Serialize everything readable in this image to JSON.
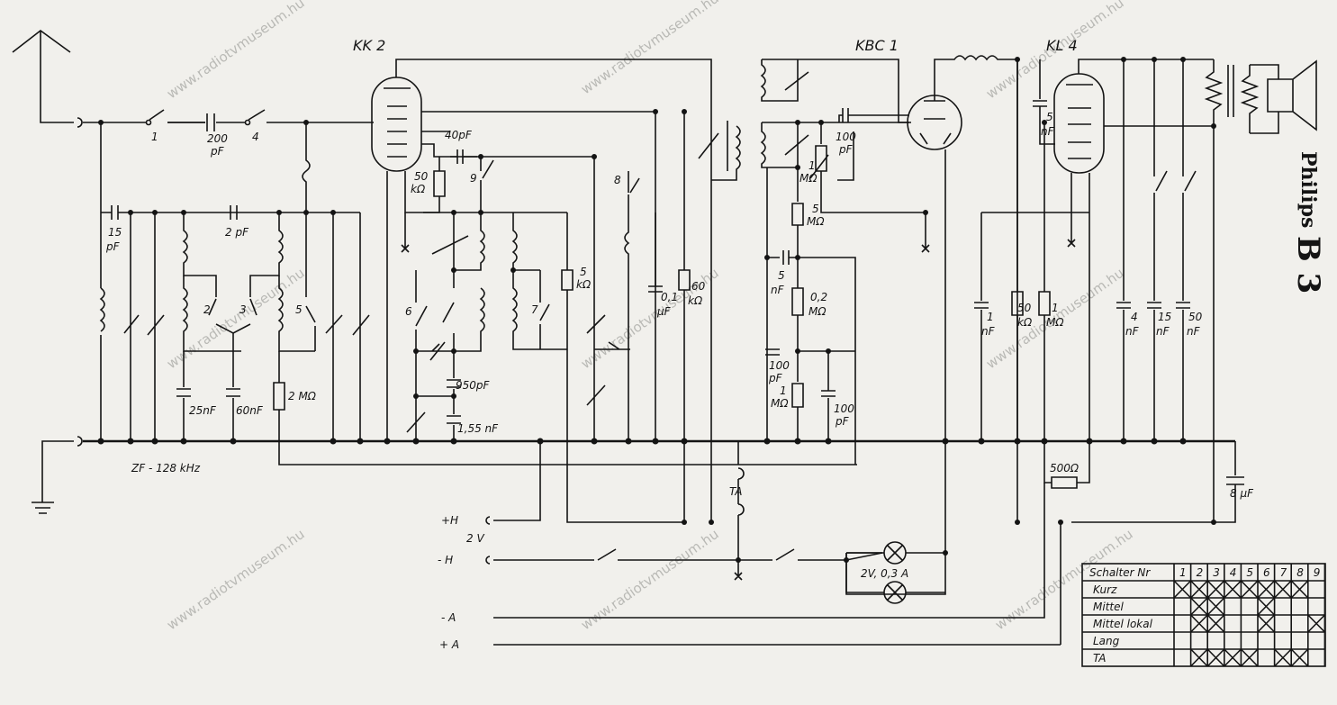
{
  "title": {
    "brand": "Philips",
    "model": "B 3"
  },
  "watermark": "www.radiotvmuseum.hu",
  "tubes": [
    "KK 2",
    "KBC 1",
    "KL 4"
  ],
  "switch_numbers": [
    "1",
    "2",
    "3",
    "4",
    "5",
    "6",
    "7",
    "8",
    "9"
  ],
  "components": {
    "c200": "200",
    "c200u": "pF",
    "c15": "15",
    "c15u": "pF",
    "c2": "2 pF",
    "c40": "40pF",
    "r50k": "50",
    "r50ku": "kΩ",
    "c25": "25nF",
    "c60": "60nF",
    "r2M": "2 MΩ",
    "c950": "950pF",
    "c155": "1,55 nF",
    "r5k": "5",
    "r5ku": "kΩ",
    "c01": "0,1",
    "c01u": "μF",
    "r60k": "60",
    "r60ku": "kΩ",
    "c100a": "100",
    "c100au": "pF",
    "r1M": "1",
    "r1Mu": "MΩ",
    "r5M": "5",
    "r5Mu": "MΩ",
    "c5a": "5",
    "c5au": "nF",
    "r02M": "0,2",
    "r02Mu": "MΩ",
    "c100b": "100",
    "c100bu": "pF",
    "r1Mb": "1",
    "r1Mbu": "MΩ",
    "c100c": "100",
    "c100cu": "pF",
    "c5b": "5",
    "c5bu": "nF",
    "c1nF": "1",
    "c1nFu": "nF",
    "r50kb": "50",
    "r50kbu": "kΩ",
    "r1Mc": "1",
    "r1Mcu": "MΩ",
    "c4": "4",
    "c4u": "nF",
    "c15b": "15",
    "c15bu": "nF",
    "c50": "50",
    "c50u": "nF",
    "r500": "500Ω",
    "c8": "8 μF",
    "lamp": "2V, 0,3 A",
    "zf": "ZF - 128 kHz",
    "ta": "TA",
    "v2": "2 V"
  },
  "terminals": [
    "+H",
    "- H",
    "- A",
    "+ A"
  ],
  "switch_table": {
    "header": "Schalter Nr",
    "columns": [
      "1",
      "2",
      "3",
      "4",
      "5",
      "6",
      "7",
      "8",
      "9"
    ],
    "rows": [
      {
        "label": "Kurz",
        "cells": [
          1,
          1,
          1,
          1,
          1,
          1,
          1,
          1,
          0
        ]
      },
      {
        "label": "Mittel",
        "cells": [
          0,
          1,
          1,
          0,
          0,
          1,
          0,
          0,
          0
        ]
      },
      {
        "label": "Mittel lokal",
        "cells": [
          0,
          1,
          1,
          0,
          0,
          1,
          0,
          0,
          1
        ]
      },
      {
        "label": "Lang",
        "cells": [
          0,
          0,
          0,
          0,
          0,
          0,
          0,
          0,
          0
        ]
      },
      {
        "label": "TA",
        "cells": [
          0,
          1,
          1,
          1,
          1,
          0,
          1,
          1,
          0
        ]
      }
    ]
  }
}
